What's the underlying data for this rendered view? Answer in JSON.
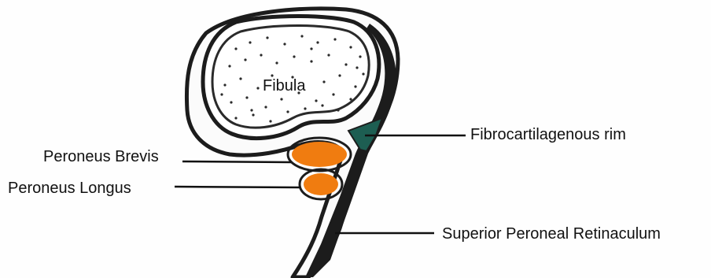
{
  "labels": {
    "fibula": "Fibula",
    "fibrocartilagenous_rim": "Fibrocartilagenous rim",
    "peroneus_brevis": "Peroneus Brevis",
    "peroneus_longus": "Peroneus Longus",
    "superior_peroneal_retinaculum": "Superior Peroneal Retinaculum"
  },
  "colors": {
    "outline": "#1c1c1c",
    "tendon": "#f07c10",
    "rim": "#1d5e52",
    "bone_fill": "#ffffff",
    "background": "#fefefe"
  }
}
